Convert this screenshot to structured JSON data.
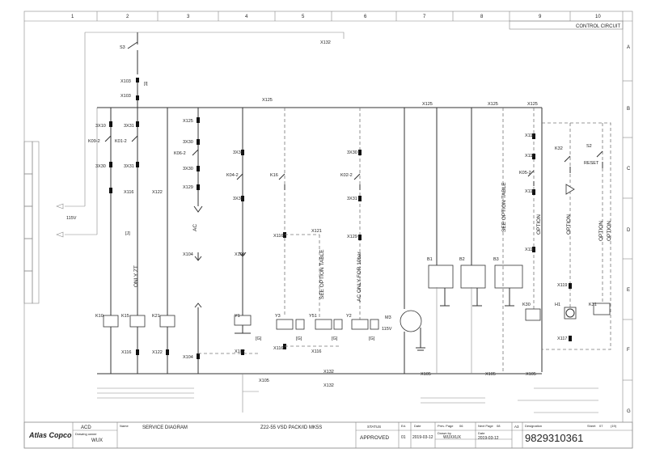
{
  "sheet": {
    "columns": [
      "1",
      "2",
      "3",
      "4",
      "5",
      "6",
      "7",
      "8",
      "9",
      "10"
    ],
    "rows": [
      "A",
      "B",
      "C",
      "D",
      "E",
      "F",
      "G"
    ],
    "header_title": "CONTROL CIRCUIT"
  },
  "labels": {
    "s3_top": "S3",
    "x132_top": "X132",
    "x103_1": "X103",
    "i_mark": "[I]",
    "x103_2": "X103",
    "x125_top": "X125",
    "x10_a": "3X10",
    "x31_a": "3X31",
    "k09": "K09-2",
    "k01": "K01-2",
    "x30_a": "3X30",
    "x31_b": "3X31",
    "x125_a": "X125",
    "x30_b": "3X30",
    "k06": "K06-2",
    "x30_c": "3X30",
    "x116": "X116",
    "x122": "X122",
    "x129": "X129",
    "x30_d": "3X30",
    "k04": "K04-2",
    "x30_e": "3X30",
    "k16": "K16",
    "k02": "K02-2",
    "x31_c": "3X31",
    "x116_b": "X116",
    "x121": "X121",
    "x129_b": "X129",
    "x104": "X104",
    "x102": "X102",
    "k10": "K10",
    "k15": "K15",
    "k21": "K21",
    "y1": "Y1",
    "y3": "Y3",
    "y51": "Y51",
    "y2": "Y2",
    "m3": "M3",
    "m3_v": "115V",
    "x116_c": "X116",
    "x116_d": "X116",
    "x116_e": "X116",
    "x132_b": "X132",
    "x132_c": "X132",
    "x103_3": "X103",
    "x105": "X105",
    "x105_b": "X105",
    "x105_c": "X105",
    "x105_d": "X105",
    "x125_b": "X125",
    "x125_c": "X125",
    "x125_d": "X125",
    "b1": "B1",
    "b2": "B2",
    "b3": "B3",
    "k30": "K30",
    "k05": "K05-2",
    "x118": "X118",
    "x119": "X119",
    "x117": "X117",
    "k31": "K31",
    "s2": "S2",
    "reset": "RESET",
    "h1": "H1",
    "k32": "K32",
    "v115": "115V",
    "g1": "[G]",
    "g2": "[G]",
    "g3": "[G]",
    "g4": "[G]",
    "j_mark": "[J]",
    "only_zt": "ONLY ZT",
    "ac": "AC",
    "see_opt1": "SEE OPTION TABLE",
    "ac_10bar": "AC ONLY FOR 10bar",
    "see_opt2": "SEE OPTION TABLE",
    "opt1": "OPTION",
    "opt2": "OPTION",
    "opt3": "OPTION",
    "opt4": "OPTION"
  },
  "title_block": {
    "company": "Atlas Copco",
    "dept": "ACD",
    "drawing_owner_label": "Drawing owner",
    "drawing_owner": "WUX",
    "name_label": "Name",
    "name": "SERVICE DIAGRAM",
    "product": "Z22-55 VSD PACK/ID MK5S",
    "status_label": "STATUS",
    "status": "APPROVED",
    "ed_label": "Ed.",
    "ed": "01",
    "date_label": "Date",
    "date": "2019-03-12",
    "prev_page_label": "Prev. Page",
    "prev_page": "06",
    "next_page_label": "Next Page",
    "next_page": "08",
    "size": "A3",
    "drawn_by_label": "Drawn by",
    "drawn_by": "WUXXUX",
    "date2_label": "Date",
    "date2": "2019-03-12",
    "designation_label": "Designation",
    "designation": "9829310361",
    "sheet_label": "Sheet",
    "sheet": "07",
    "sheet_total": "(19)"
  },
  "colors": {
    "line": "#333333",
    "thin": "#888888",
    "dashed": "#777777",
    "faint": "#a0a0a0"
  }
}
